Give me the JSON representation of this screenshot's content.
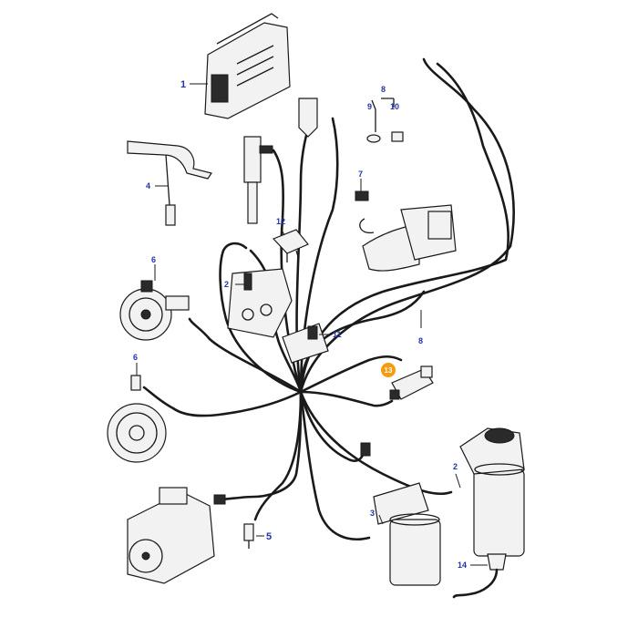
{
  "diagram": {
    "colors": {
      "wire": "#1a1a1a",
      "callout": "#2233aa",
      "highlight": "#f39c12"
    },
    "callouts": [
      {
        "id": "c1",
        "text": "1"
      },
      {
        "id": "c2a",
        "text": "2"
      },
      {
        "id": "c2b",
        "text": "2"
      },
      {
        "id": "c3",
        "text": "3"
      },
      {
        "id": "c4",
        "text": "4"
      },
      {
        "id": "c5",
        "text": "5"
      },
      {
        "id": "c6a",
        "text": "6"
      },
      {
        "id": "c6b",
        "text": "6"
      },
      {
        "id": "c7",
        "text": "7"
      },
      {
        "id": "c8a",
        "text": "8"
      },
      {
        "id": "c8b",
        "text": "8"
      },
      {
        "id": "c9",
        "text": "9"
      },
      {
        "id": "c10",
        "text": "10"
      },
      {
        "id": "c11",
        "text": "11"
      },
      {
        "id": "c12",
        "text": "12"
      },
      {
        "id": "c13",
        "text": "13"
      },
      {
        "id": "c14",
        "text": "14"
      }
    ]
  }
}
